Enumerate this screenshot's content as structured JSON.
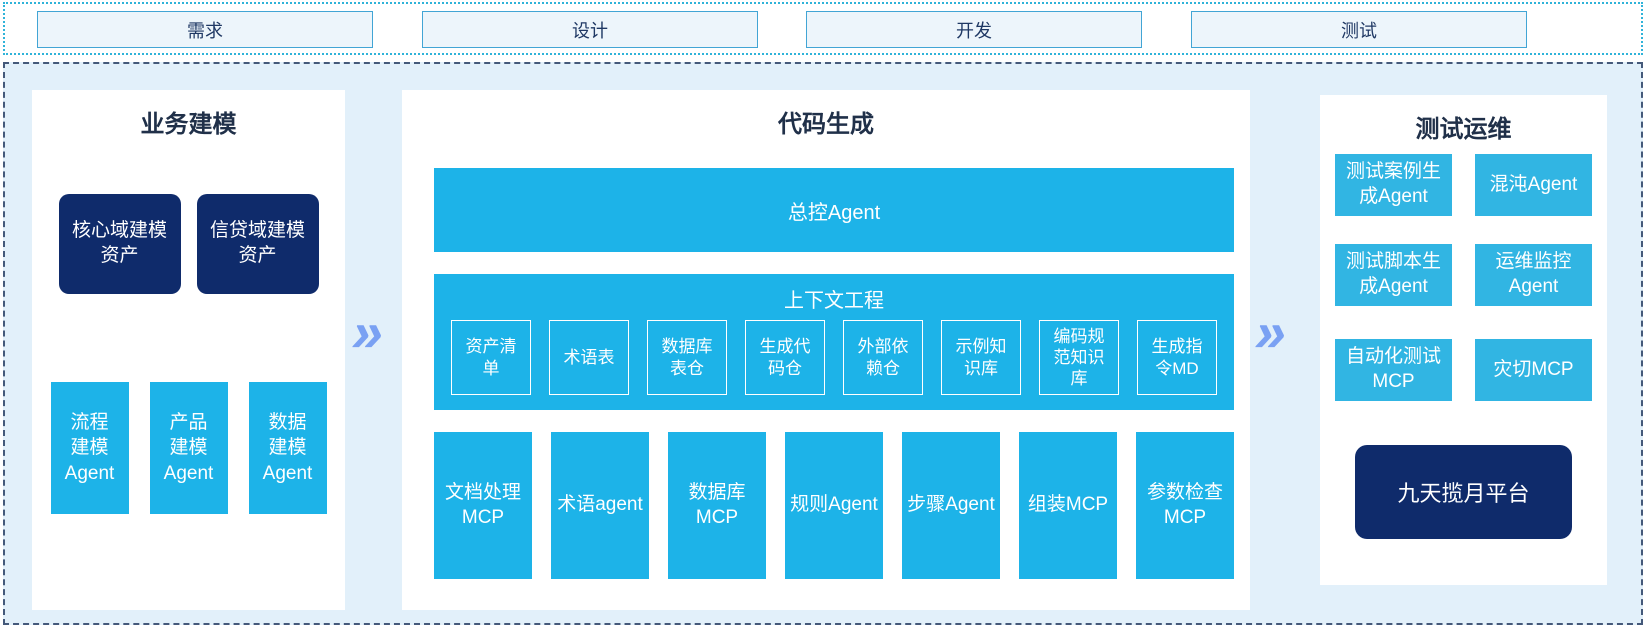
{
  "colors": {
    "cyan": "#1db3e8",
    "cyan_2": "#31b5e3",
    "navy": "#0f2b6b",
    "bg_light": "#e2f0fa",
    "arrow": "#7aa1f3",
    "phase_bg": "#edf5fb",
    "phase_border": "#42a5d5",
    "border_dotted": "#2fb3d9",
    "border_dashed": "#44597a",
    "title": "#203049",
    "phase_text": "#1f3864"
  },
  "phases": [
    {
      "label": "需求"
    },
    {
      "label": "设计"
    },
    {
      "label": "开发"
    },
    {
      "label": "测试"
    }
  ],
  "arrows": {
    "glyph": "»"
  },
  "panels": {
    "business": {
      "title": "业务建模",
      "assets": [
        {
          "label": "核心域建模资产"
        },
        {
          "label": "信贷域建模资产"
        }
      ],
      "agents": [
        {
          "label": "流程建模Agent"
        },
        {
          "label": "产品建模Agent"
        },
        {
          "label": "数据建模Agent"
        }
      ]
    },
    "code": {
      "title": "代码生成",
      "master_agent": "总控Agent",
      "context": {
        "title": "上下文工程",
        "items": [
          {
            "label": "资产清单"
          },
          {
            "label": "术语表"
          },
          {
            "label": "数据库表仓"
          },
          {
            "label": "生成代码仓"
          },
          {
            "label": "外部依赖仓"
          },
          {
            "label": "示例知识库"
          },
          {
            "label": "编码规范知识库"
          },
          {
            "label": "生成指令MD"
          }
        ]
      },
      "mcp_row": [
        {
          "label": "文档处理MCP"
        },
        {
          "label": "术语agent"
        },
        {
          "label": "数据库MCP"
        },
        {
          "label": "规则Agent"
        },
        {
          "label": "步骤Agent"
        },
        {
          "label": "组装MCP"
        },
        {
          "label": "参数检查MCP"
        }
      ]
    },
    "test": {
      "title": "测试运维",
      "grid": [
        {
          "label": "测试案例生成Agent"
        },
        {
          "label": "混沌Agent"
        },
        {
          "label": "测试脚本生成Agent"
        },
        {
          "label": "运维监控Agent"
        },
        {
          "label": "自动化测试MCP"
        },
        {
          "label": "灾切MCP"
        }
      ],
      "platform": "九天揽月平台"
    }
  }
}
